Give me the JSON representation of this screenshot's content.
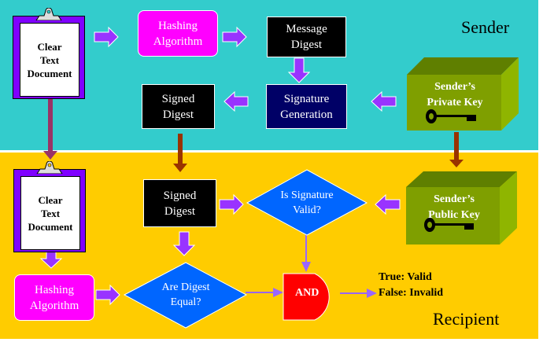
{
  "zones": {
    "sender": {
      "label": "Sender",
      "color": "#33CCCC"
    },
    "recipient": {
      "label": "Recipient",
      "color": "#FFCC00"
    }
  },
  "sender": {
    "document": "Clear Text Document",
    "document_lines": [
      "Clear",
      "Text",
      "Document"
    ],
    "hashing": [
      "Hashing",
      "Algorithm"
    ],
    "message_digest": [
      "Message",
      "Digest"
    ],
    "signature_generation": [
      "Signature",
      "Generation"
    ],
    "signed_digest": [
      "Signed",
      "Digest"
    ],
    "private_key": [
      "Sender’s",
      "Private Key"
    ]
  },
  "recipient": {
    "document_lines": [
      "Clear",
      "Text",
      "Document"
    ],
    "signed_digest": [
      "Signed",
      "Digest"
    ],
    "is_signature_valid": [
      "Is Signature",
      "Valid?"
    ],
    "public_key": [
      "Sender’s",
      "Public Key"
    ],
    "hashing": [
      "Hashing",
      "Algorithm"
    ],
    "are_digest_equal": [
      "Are Digest",
      "Equal?"
    ],
    "and_gate": "AND",
    "result_true": "True: Valid",
    "result_false": "False: Invalid"
  },
  "colors": {
    "arrow": "#9933FF",
    "connector_brown": "#993300",
    "connector_plum": "#993366",
    "connector_lavender": "#9966FF",
    "hashing_box": "#FF00FF",
    "digest_box": "#000000",
    "signature_box": "#000066",
    "diamond": "#0066FF",
    "and_gate": "#FF0000",
    "key_box": "#7F9F00",
    "clipboard": "#7F00FF"
  }
}
